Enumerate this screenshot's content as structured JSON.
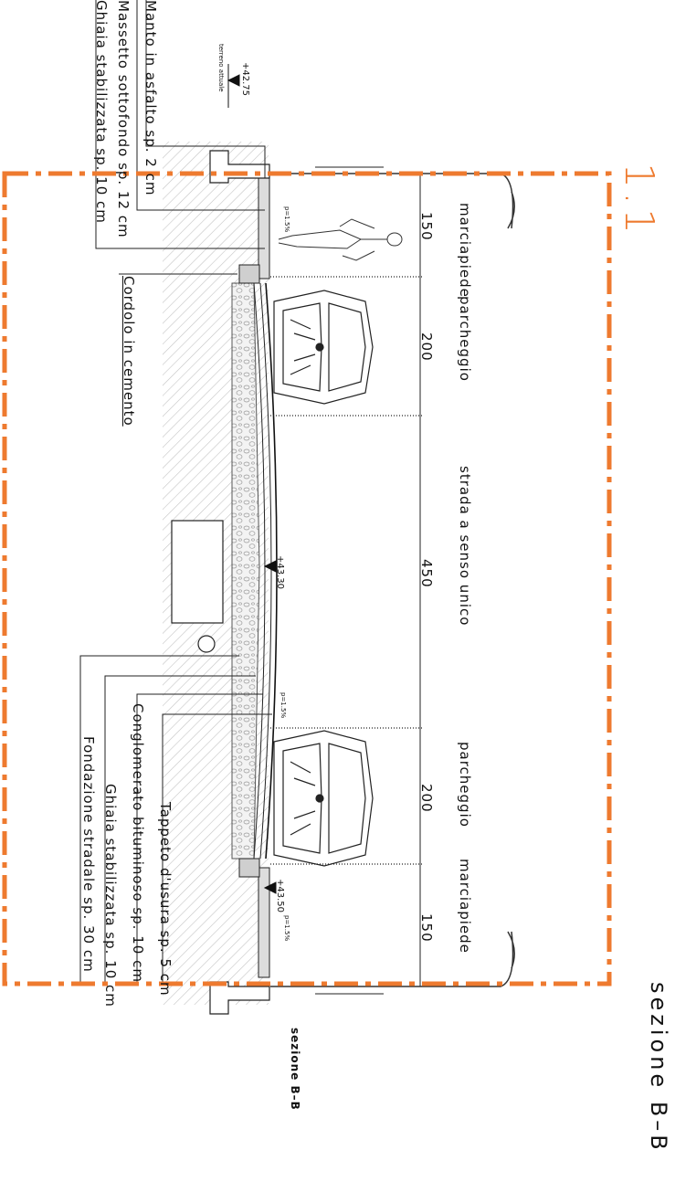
{
  "plate_number": "1.1",
  "title": "sezione B–B",
  "drawing_caption": "sezione B–B",
  "elevations": {
    "existing_ground": "+42.75",
    "existing_ground_label": "terreno attuale",
    "road_center": "+43.30",
    "sidewalk_right": "+43.50"
  },
  "slopes": [
    "p=1.5%",
    "p=1.5%",
    "p=1.5%"
  ],
  "zones": [
    {
      "dimension": "150",
      "label": "marciapiede"
    },
    {
      "dimension": "200",
      "label": "parcheggio"
    },
    {
      "dimension": "450",
      "label": "strada a senso unico"
    },
    {
      "dimension": "200",
      "label": "parcheggio"
    },
    {
      "dimension": "150",
      "label": "marciapiede"
    }
  ],
  "sidewalk_layers": [
    "Manto in asfalto sp. 2 cm",
    "Massetto sottofondo sp. 12 cm",
    "Ghiaia stabilizzata sp. 10 cm"
  ],
  "curb_label": "Cordolo in cemento",
  "road_layers": [
    "Tappeto d'usura sp. 5 cm",
    "Conglomerato bituminoso sp. 10 cm",
    "Ghiaia stabilizzata sp. 10 cm",
    "Fondazione stradale sp. 30 cm"
  ],
  "colors": {
    "accent": "#ee7a2f",
    "line": "#111111",
    "hatch": "#bdbdbd"
  }
}
